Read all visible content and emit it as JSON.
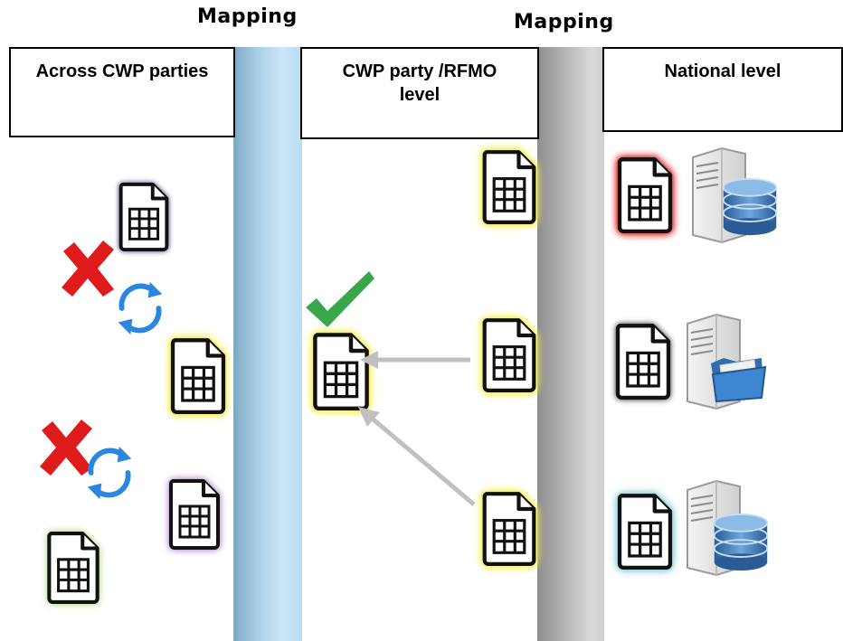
{
  "headers": {
    "left_mapping": "Mapping",
    "right_mapping": "Mapping"
  },
  "columns": {
    "across_parties": "Across CWP parties",
    "party_level_line1": "CWP party /RFMO",
    "party_level_line2": "level",
    "national_level": "National level"
  },
  "colors": {
    "yellow_doc": "#f5ef4a",
    "red_doc": "#e03030",
    "black_doc": "#222222",
    "teal_doc": "#8fd0d8",
    "purple_doc": "#9a5fc0",
    "green_doc": "#a8d070",
    "navy_doc": "#2e2e6e",
    "check": "#3aa64a",
    "cross": "#e01b1b",
    "sync": "#2b86e0",
    "arrow": "#c0c0c0",
    "blue_band": "#b9ddf0",
    "gray_band": "#b8b8b8"
  },
  "icons": {
    "doc": "spreadsheet-document-icon",
    "server_db": "server-database-icon",
    "server_folder": "server-folder-icon",
    "check": "checkmark-icon",
    "cross": "cross-icon",
    "sync": "sync-icon"
  }
}
